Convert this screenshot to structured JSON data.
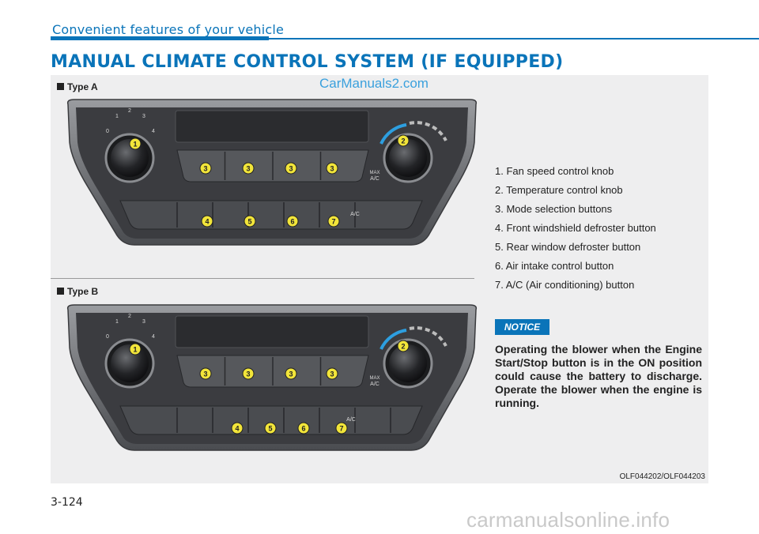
{
  "header": {
    "section": "Convenient features of your vehicle",
    "title": "MANUAL CLIMATE CONTROL SYSTEM (IF EQUIPPED)"
  },
  "figure": {
    "watermark": "CarManuals2.com",
    "type_a_label": "Type A",
    "type_b_label": "Type B",
    "code": "OLF044202/OLF044203",
    "fan_marks": [
      "0",
      "1",
      "2",
      "3",
      "4"
    ],
    "max_ac_label": "MAX\nA/C",
    "ac_label": "A/C",
    "callouts": {
      "fan_knob": "1",
      "temp_knob": "2",
      "mode": "3",
      "front_defrost": "4",
      "rear_defrost": "5",
      "air_intake": "6",
      "ac_button": "7"
    }
  },
  "legend": {
    "items": [
      "1. Fan speed control knob",
      "2. Temperature control knob",
      "3. Mode selection buttons",
      "4. Front windshield defroster button",
      "5. Rear window defroster button",
      "6. Air intake control button",
      "7. A/C (Air conditioning) button"
    ]
  },
  "notice": {
    "label": "NOTICE",
    "text": "Operating the blower when the Engine Start/Stop button is in the ON position could cause the battery to discharge. Operate the blower when the engine is running."
  },
  "footer": {
    "page": "3-124",
    "site": "carmanualsonline.info"
  },
  "colors": {
    "brand_blue": "#0a74b9",
    "panel_bg": "#eeeeef",
    "callout_yellow": "#f2e53a"
  }
}
